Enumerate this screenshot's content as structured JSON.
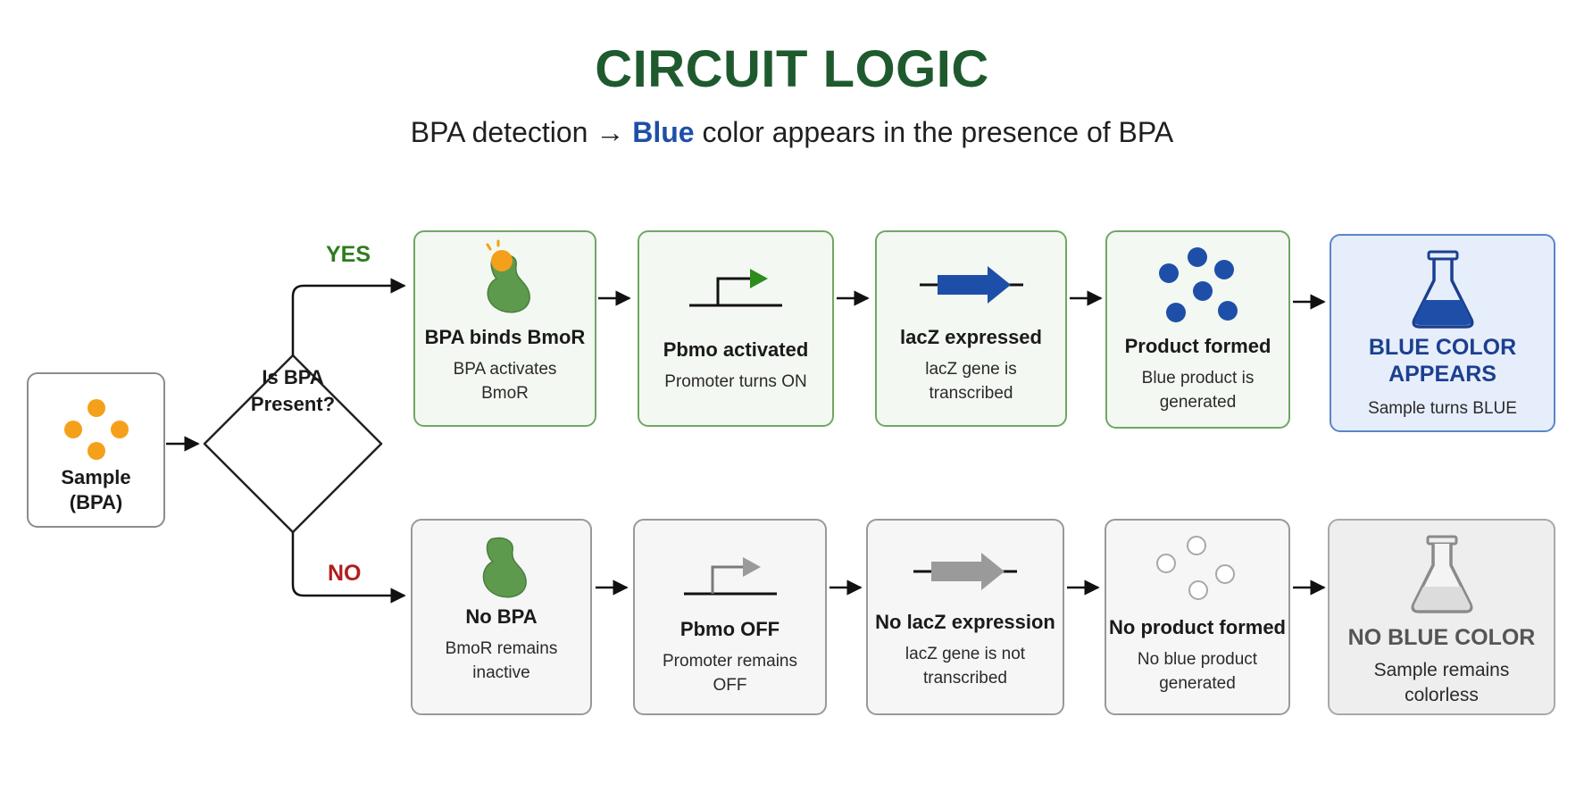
{
  "title": "CIRCUIT LOGIC",
  "subtitle": {
    "before": "BPA detection → ",
    "highlight": "Blue",
    "after": " color appears in the presence of BPA"
  },
  "sample": {
    "title": "Sample",
    "subtitle": "(BPA)"
  },
  "decision": {
    "line1": "Is BPA",
    "line2": "Present?"
  },
  "branches": {
    "yes": "YES",
    "no": "NO"
  },
  "yes_path": [
    {
      "title": "BPA binds BmoR",
      "desc1": "BPA activates",
      "desc2": "BmoR",
      "icon": "protein-bound-icon"
    },
    {
      "title": "Pbmo activated",
      "desc1": "Promoter turns ON",
      "desc2": "",
      "icon": "promoter-on-icon"
    },
    {
      "title": "lacZ expressed",
      "desc1": "lacZ gene is",
      "desc2": "transcribed",
      "icon": "gene-arrow-icon"
    },
    {
      "title": "Product formed",
      "desc1": "Blue product is",
      "desc2": "generated",
      "icon": "blue-dots-icon"
    },
    {
      "title1": "BLUE COLOR",
      "title2": "APPEARS",
      "desc1": "Sample turns BLUE",
      "icon": "blue-flask-icon"
    }
  ],
  "no_path": [
    {
      "title": "No BPA",
      "desc1": "BmoR remains",
      "desc2": "inactive",
      "icon": "protein-icon"
    },
    {
      "title": "Pbmo OFF",
      "desc1": "Promoter remains",
      "desc2": "OFF",
      "icon": "promoter-off-icon"
    },
    {
      "title": "No lacZ expression",
      "desc1": "lacZ gene is not",
      "desc2": "transcribed",
      "icon": "gray-gene-arrow-icon"
    },
    {
      "title": "No product formed",
      "desc1": "No blue product",
      "desc2": "generated",
      "icon": "empty-dots-icon"
    },
    {
      "title": "NO BLUE COLOR",
      "desc1": "Sample remains",
      "desc2": "colorless",
      "icon": "clear-flask-icon"
    }
  ],
  "colors": {
    "title": "#1e5a2e",
    "yes_label": "#2e7d1e",
    "no_label": "#b01e1e",
    "blue_accent": "#1e4fa8",
    "blue_dark": "#1c3f8f",
    "protein_green": "#5e9a4e",
    "promoter_green": "#2e8b1e",
    "bpa_orange": "#f5a01a",
    "gray": "#9a9a9a"
  }
}
